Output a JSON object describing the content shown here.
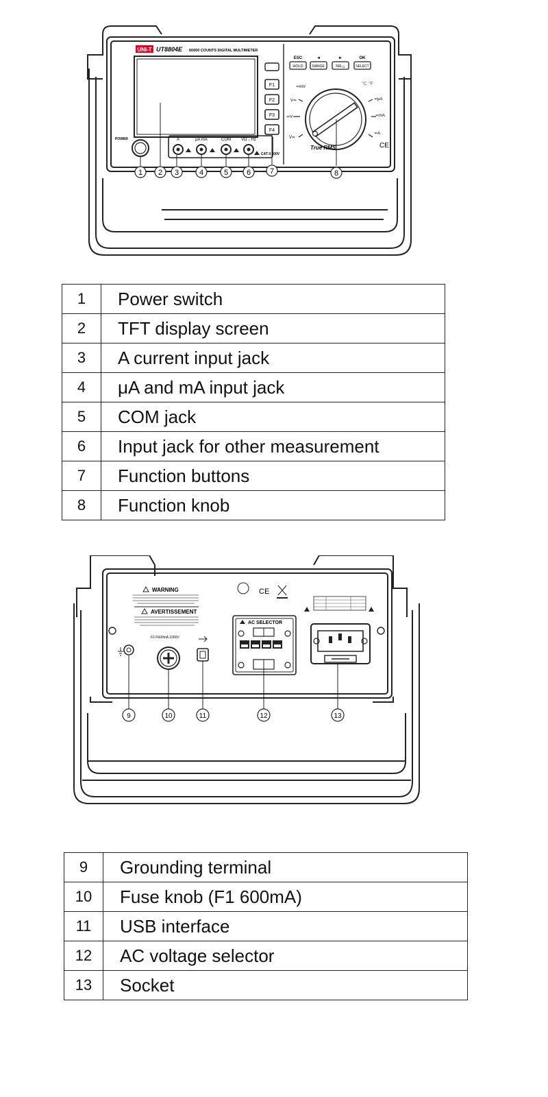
{
  "front_panel": {
    "brand": "UNI-T",
    "model": "UT8804E",
    "tagline": "60000 COUNTS DIGITAL MULTIMETER",
    "power_label": "POWER",
    "function_keys": [
      "F1",
      "F2",
      "F3",
      "F4"
    ],
    "top_key_labels": [
      "ESC",
      "◄",
      "►",
      "OK"
    ],
    "top_buttons": [
      "HOLD",
      "RANGE",
      "REL△",
      "SELECT"
    ],
    "jack_labels": [
      "A",
      "μA mA",
      "COM",
      "VΩ→Hz"
    ],
    "cat_rating": "CAT II 600V",
    "true_rms": "True RMS",
    "ce_mark": "CE",
    "callouts": [
      "1",
      "2",
      "3",
      "4",
      "5",
      "6",
      "7",
      "8"
    ]
  },
  "front_parts": [
    {
      "num": "1",
      "desc": "Power switch"
    },
    {
      "num": "2",
      "desc": "TFT display screen"
    },
    {
      "num": "3",
      "desc": "A current input jack"
    },
    {
      "num": "4",
      "desc": "μA and mA input jack"
    },
    {
      "num": "5",
      "desc": "COM jack"
    },
    {
      "num": "6",
      "desc": "Input jack for other measurement"
    },
    {
      "num": "7",
      "desc": "Function buttons"
    },
    {
      "num": "8",
      "desc": "Function knob"
    }
  ],
  "rear_panel": {
    "warning_title": "WARNING",
    "avertissement_title": "AVERTISSEMENT",
    "fuse_label": "F2 F600mA 1000V",
    "ac_selector_title": "AC SELECTOR",
    "ce_mark": "CE",
    "callouts": [
      "9",
      "10",
      "11",
      "12",
      "13"
    ]
  },
  "rear_parts": [
    {
      "num": "9",
      "desc": "Grounding terminal"
    },
    {
      "num": "10",
      "desc": "Fuse knob (F1 600mA)"
    },
    {
      "num": "11",
      "desc": "USB interface"
    },
    {
      "num": "12",
      "desc": "AC voltage selector"
    },
    {
      "num": "13",
      "desc": "Socket"
    }
  ]
}
